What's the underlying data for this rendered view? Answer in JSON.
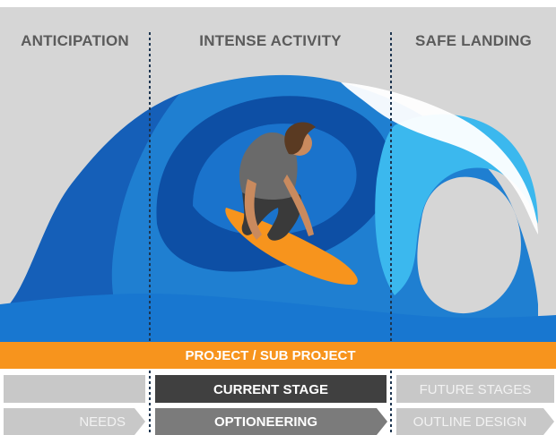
{
  "phases": {
    "left": "ANTICIPATION",
    "middle": "INTENSE ACTIVITY",
    "right": "SAFE LANDING"
  },
  "project_bar": {
    "label": "PROJECT / SUB PROJECT"
  },
  "stage_row": {
    "current": "CURRENT STAGE",
    "future": "FUTURE STAGES"
  },
  "flow_row": {
    "previous": "NEEDS",
    "current": "OPTIONEERING",
    "next": "OUTLINE DESIGN"
  },
  "colors": {
    "background": "#d6d6d6",
    "wave_blue": "#1f7fd1",
    "wave_dark": "#0d4fa5",
    "wave_light": "#3bb8ee",
    "orange": "#f7941d",
    "dark_gray": "#404040",
    "mid_gray": "#7b7b7b",
    "light_gray": "#c8c8c8"
  }
}
